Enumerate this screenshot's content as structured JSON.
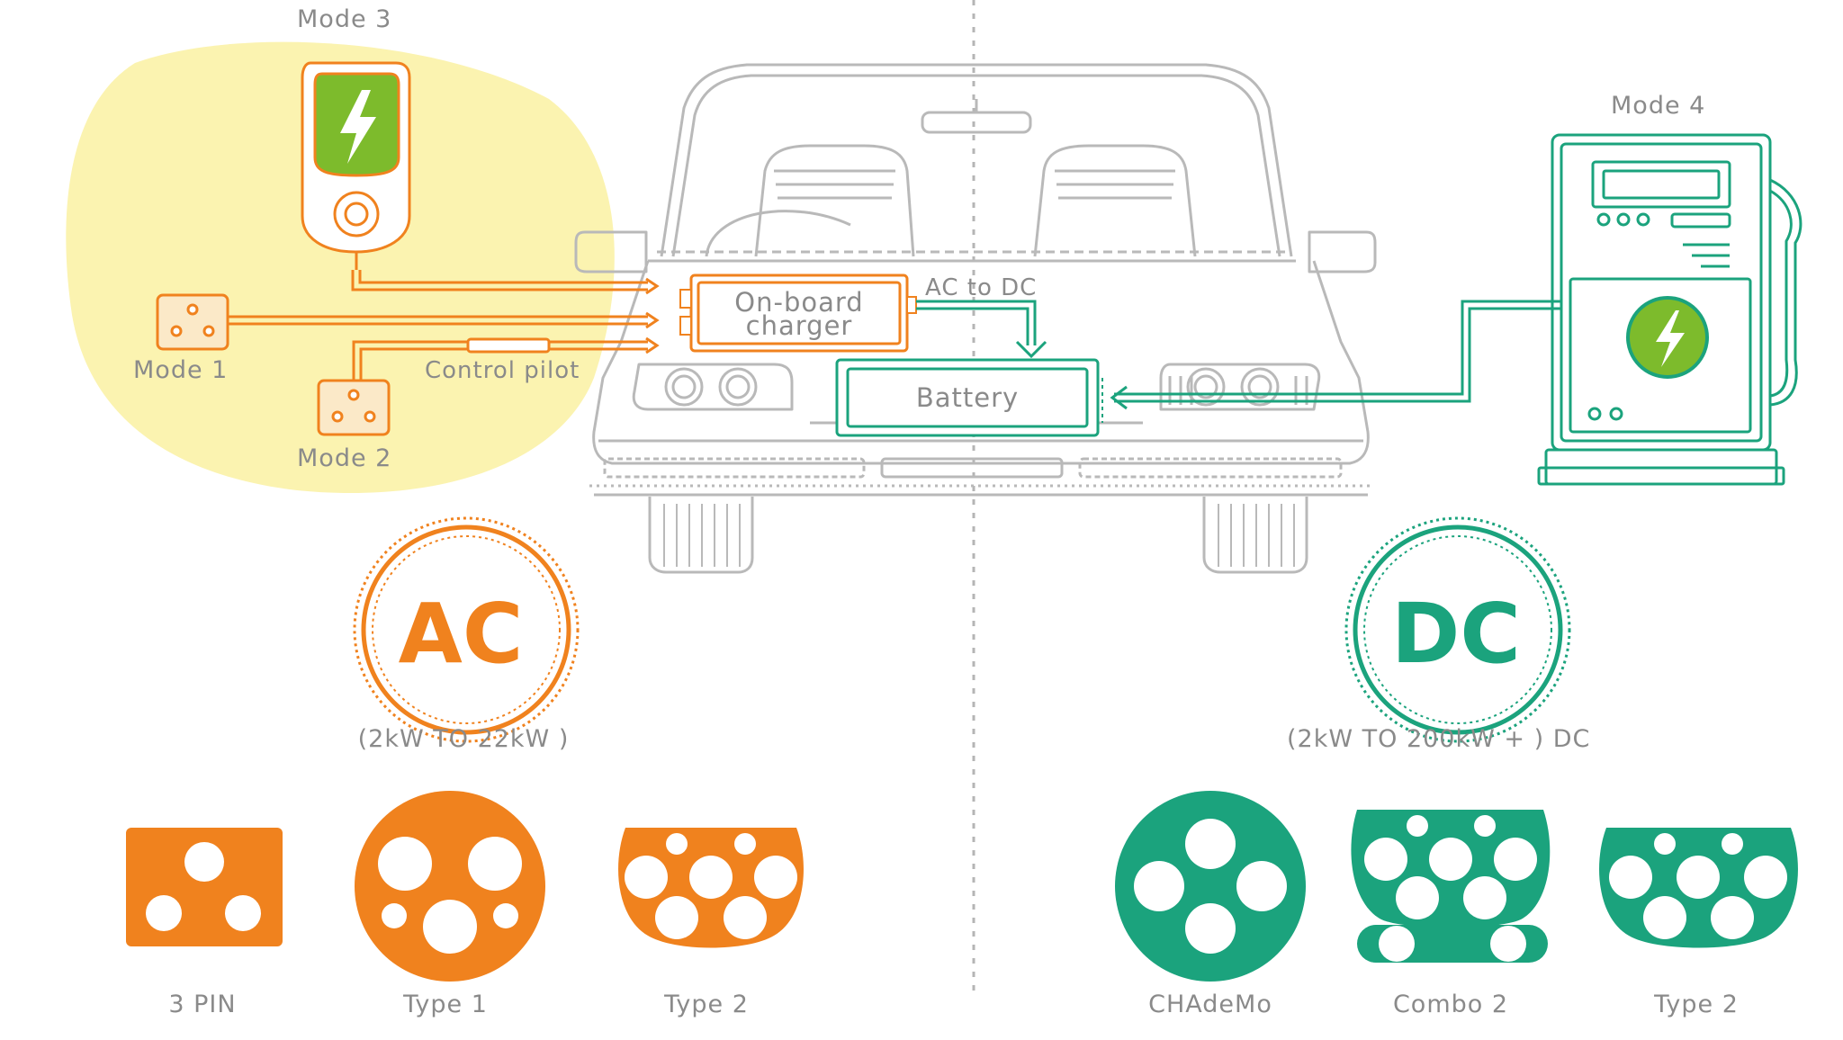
{
  "modes": {
    "mode1": "Mode  1",
    "mode2": "Mode  2",
    "mode3": "Mode  3",
    "mode4": "Mode  4"
  },
  "labels": {
    "control_pilot": "Control pilot",
    "ac_to_dc": "AC to DC",
    "onboard_line1": "On-board",
    "onboard_line2": "charger",
    "battery": "Battery"
  },
  "ac": {
    "badge": "AC",
    "range": "(2kW TO 22kW )",
    "connectors": [
      "3 PIN",
      "Type 1",
      "Type 2"
    ]
  },
  "dc": {
    "badge": "DC",
    "range": "(2kW TO 200kW + )   DC",
    "connectors": [
      "CHAdeMo",
      "Combo 2",
      "Type 2"
    ]
  },
  "colors": {
    "ac_orange": "#f0821e",
    "dc_green": "#1ba37d",
    "highlight_yellow": "#fbf3b0",
    "car_outline": "#b9b9b9",
    "bolt_green": "#7dbb2c"
  },
  "icons": [
    "lightning-bolt-icon",
    "plug-socket-icon"
  ]
}
